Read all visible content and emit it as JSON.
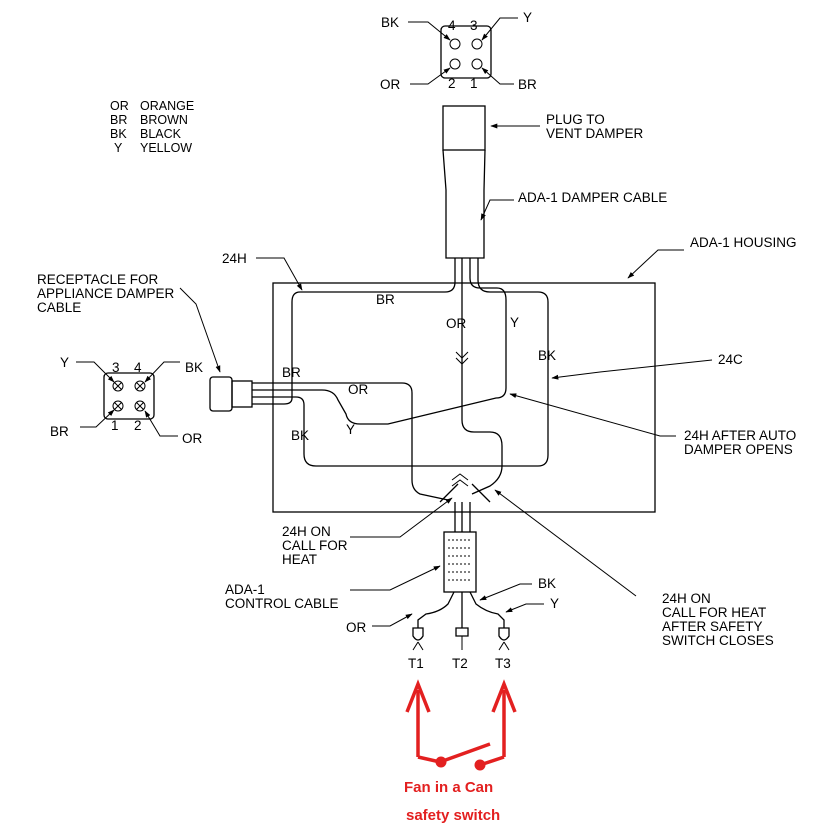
{
  "legend": {
    "items": [
      {
        "code": "OR",
        "name": "ORANGE"
      },
      {
        "code": "BR",
        "name": "BROWN"
      },
      {
        "code": "BK",
        "name": "BLACK"
      },
      {
        "code": "Y",
        "name": "YELLOW"
      }
    ]
  },
  "top_plug": {
    "pins": {
      "p4": "4",
      "p3": "3",
      "p2": "2",
      "p1": "1"
    },
    "wires": {
      "bk": "BK",
      "y": "Y",
      "or": "OR",
      "br": "BR"
    }
  },
  "left_plug": {
    "pins": {
      "p3": "3",
      "p4": "4",
      "p1": "1",
      "p2": "2"
    },
    "wires": {
      "y": "Y",
      "bk": "BK",
      "br": "BR",
      "or": "OR"
    }
  },
  "labels": {
    "plug_line1": "PLUG TO",
    "plug_line2": "VENT DAMPER",
    "damper_cable": "ADA-1 DAMPER CABLE",
    "housing": "ADA-1 HOUSING",
    "h24": "24H",
    "receptacle_line1": "RECEPTACLE FOR",
    "receptacle_line2": "APPLIANCE DAMPER",
    "receptacle_line3": "CABLE",
    "c24": "24C",
    "after_auto_line1": "24H AFTER AUTO",
    "after_auto_line2": "DAMPER OPENS",
    "on_call_line1": "24H ON",
    "on_call_line2": "CALL FOR",
    "on_call_line3": "HEAT",
    "control_line1": "ADA-1",
    "control_line2": "CONTROL CABLE",
    "safety_line1": "24H ON",
    "safety_line2": "CALL FOR HEAT",
    "safety_line3": "AFTER SAFETY",
    "safety_line4": "SWITCH CLOSES"
  },
  "wire_labels": {
    "br_top": "BR",
    "or_mid": "OR",
    "y_mid": "Y",
    "bk_right": "BK",
    "br_left": "BR",
    "or_left": "OR",
    "bk_left": "BK",
    "y_left": "Y",
    "bk_bottom": "BK",
    "y_bottom": "Y",
    "or_bottom": "OR"
  },
  "terminals": {
    "t1": "T1",
    "t2": "T2",
    "t3": "T3"
  },
  "annotation": {
    "line1": "Fan in a Can",
    "line2": "safety switch",
    "color": "#e32020"
  }
}
